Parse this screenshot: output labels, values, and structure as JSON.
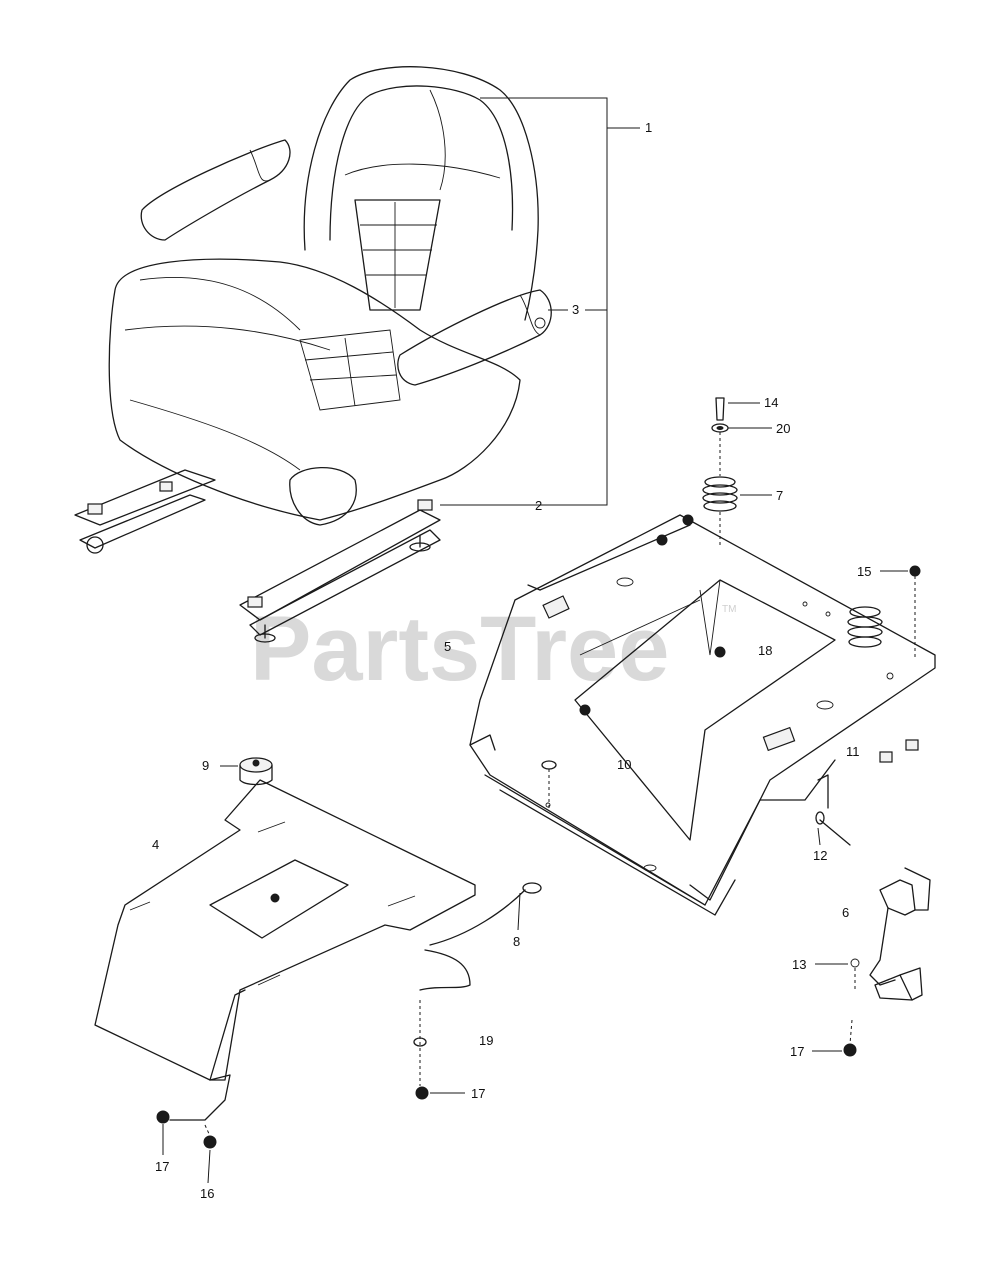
{
  "watermark": {
    "text": "PartsTree",
    "mark": "TM"
  },
  "callouts": [
    {
      "id": "c1",
      "number": "1"
    },
    {
      "id": "c2",
      "number": "2"
    },
    {
      "id": "c3",
      "number": "3"
    },
    {
      "id": "c4",
      "number": "4"
    },
    {
      "id": "c5",
      "number": "5"
    },
    {
      "id": "c6",
      "number": "6"
    },
    {
      "id": "c7",
      "number": "7"
    },
    {
      "id": "c8",
      "number": "8"
    },
    {
      "id": "c9",
      "number": "9"
    },
    {
      "id": "c10",
      "number": "10"
    },
    {
      "id": "c11",
      "number": "11"
    },
    {
      "id": "c12",
      "number": "12"
    },
    {
      "id": "c13",
      "number": "13"
    },
    {
      "id": "c14",
      "number": "14"
    },
    {
      "id": "c15",
      "number": "15"
    },
    {
      "id": "c16",
      "number": "16"
    },
    {
      "id": "c17a",
      "number": "17"
    },
    {
      "id": "c17b",
      "number": "17"
    },
    {
      "id": "c17c",
      "number": "17"
    },
    {
      "id": "c18",
      "number": "18"
    },
    {
      "id": "c19",
      "number": "19"
    },
    {
      "id": "c20",
      "number": "20"
    }
  ]
}
